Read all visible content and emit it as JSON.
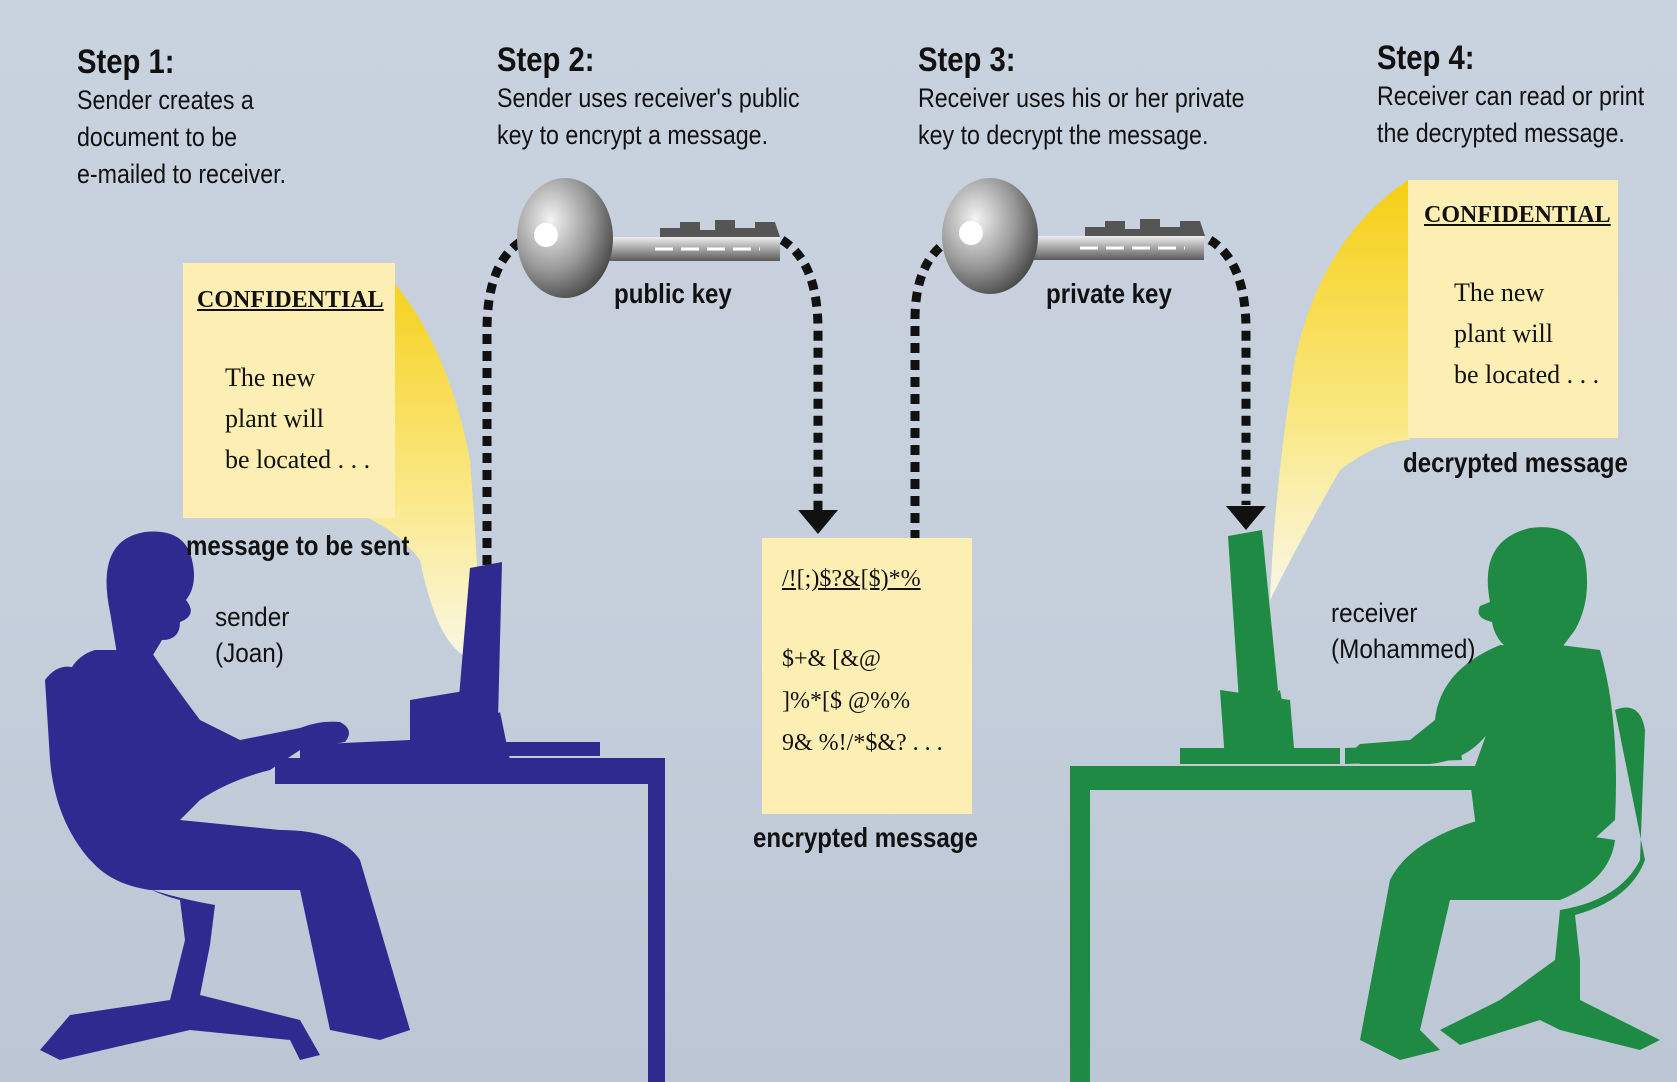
{
  "steps": [
    {
      "title": "Step 1:",
      "lines": [
        "Sender creates a",
        "document to be",
        "e-mailed to receiver."
      ]
    },
    {
      "title": "Step 2:",
      "lines": [
        "Sender uses receiver's public",
        "key to encrypt a message."
      ]
    },
    {
      "title": "Step 3:",
      "lines": [
        "Receiver uses his or her private",
        "key to decrypt the message."
      ]
    },
    {
      "title": "Step 4:",
      "lines": [
        "Receiver can read or print",
        "the decrypted message."
      ]
    }
  ],
  "sent_note": {
    "header": "CONFIDENTIAL",
    "lines": [
      "The new",
      "plant will",
      "be located . . ."
    ]
  },
  "received_note": {
    "header": "CONFIDENTIAL",
    "lines": [
      "The new",
      "plant will",
      "be located . . ."
    ]
  },
  "encrypted_note": {
    "lines": [
      "/![;)$?&[$)*%",
      "$+& [&@",
      "]%*[$ @%%",
      "9& %!/*$&? . . ."
    ]
  },
  "labels": {
    "message_to_be_sent": "message to be sent",
    "sender_role": "sender",
    "sender_name": "(Joan)",
    "public_key": "public key",
    "private_key": "private key",
    "encrypted_message": "encrypted message",
    "decrypted_message": "decrypted message",
    "receiver_role": "receiver",
    "receiver_name": "(Mohammed)"
  },
  "colors": {
    "sender": "#2e2a8f",
    "receiver": "#1f8a43",
    "note": "#fdeeb3",
    "beam": "#f7d21e",
    "background": "#c7d0dd"
  }
}
